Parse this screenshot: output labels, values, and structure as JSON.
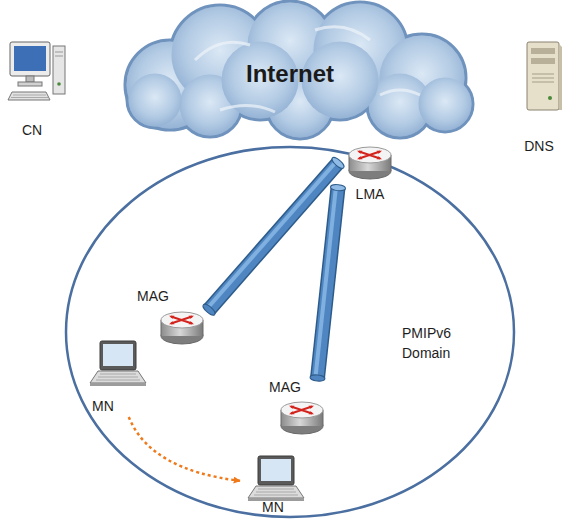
{
  "diagram": {
    "nodes": [
      {
        "text": [
          "CN"
        ]
      },
      {
        "text": [
          "Internet"
        ]
      },
      {
        "text": [
          "DNS"
        ]
      },
      {
        "text": [
          "PMIPv6 Domain"
        ]
      },
      {
        "text": [
          "LMA"
        ],
        "in": 3
      },
      {
        "text": [
          "MAG"
        ],
        "in": 3
      },
      {
        "text": [
          "MAG"
        ],
        "in": 3
      },
      {
        "text": [
          "MN"
        ],
        "in": 3
      },
      {
        "text": [
          "MN"
        ],
        "in": 3
      }
    ],
    "edges": [
      {
        "from": 5,
        "to": 4,
        "arrow": "none"
      },
      {
        "from": 6,
        "to": 4,
        "arrow": "none"
      },
      {
        "from": 7,
        "to": 8,
        "arrow": "to"
      }
    ]
  }
}
